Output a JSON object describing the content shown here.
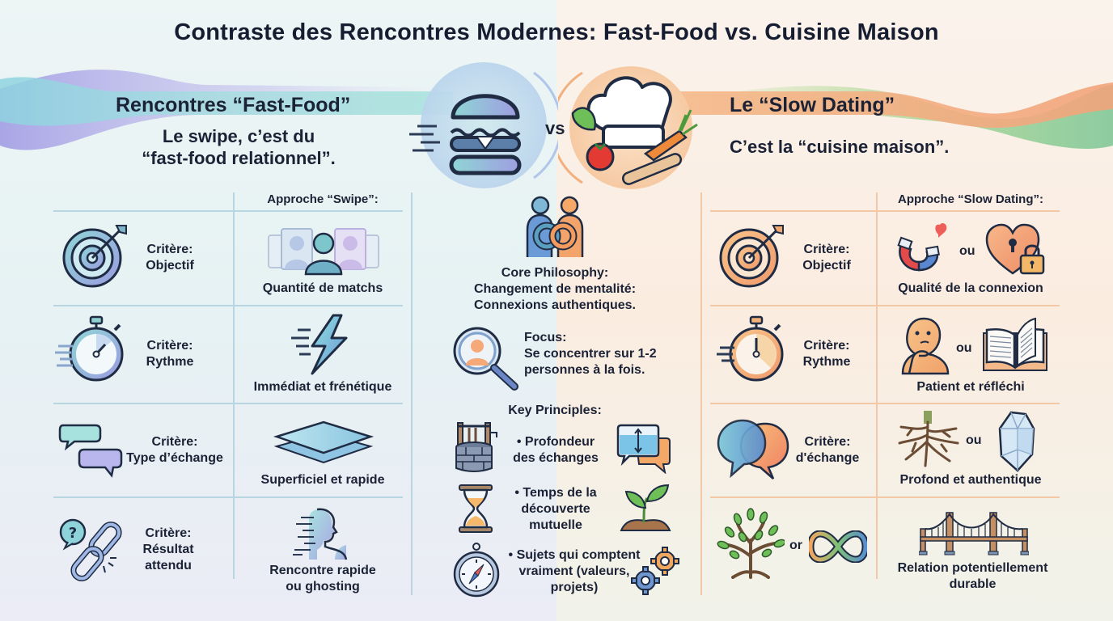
{
  "title": "Contraste des Rencontres Modernes: Fast-Food vs. Cuisine Maison",
  "vs_label": "vs",
  "left": {
    "banner_title": "Rencontres “Fast-Food”",
    "banner_subtitle_line1": "Le swipe, c’est du",
    "banner_subtitle_line2": "“fast-food relationnel”.",
    "banner_icon": "burger-icon",
    "column_header": "Approche “Swipe”:",
    "accent_color": "#7cc6d6",
    "rows": [
      {
        "criterion_line1": "Critère:",
        "criterion_line2": "Objectif",
        "criterion_icon": "target-icon",
        "value": "Quantité de matchs",
        "value_icon": "profiles-stack-icon"
      },
      {
        "criterion_line1": "Critère:",
        "criterion_line2": "Rythme",
        "criterion_icon": "stopwatch-icon",
        "value": "Immédiat et frénétique",
        "value_icon": "lightning-icon"
      },
      {
        "criterion_line1": "Critère:",
        "criterion_line2": "Type d’échange",
        "criterion_icon": "chat-bubbles-icon",
        "value": "Superficiel et rapide",
        "value_icon": "thin-layers-icon"
      },
      {
        "criterion_line1": "Critère:",
        "criterion_line2": "Résultat",
        "criterion_line3": "attendu",
        "criterion_icon": "broken-chain-icon",
        "value_line1": "Rencontre rapide",
        "value_line2": "ou ghosting",
        "value_icon": "fading-person-icon"
      }
    ]
  },
  "right": {
    "banner_title": "Le “Slow Dating”",
    "banner_subtitle": "C’est la “cuisine maison”.",
    "banner_icon": "chef-hat-icon",
    "column_header": "Approche “Slow Dating”:",
    "accent_color": "#f2a877",
    "rows": [
      {
        "criterion_line1": "Critère:",
        "criterion_line2": "Objectif",
        "criterion_icon": "target-icon",
        "value": "Qualité de la connexion",
        "value_icon_a": "magnet-heart-icon",
        "connector": "ou",
        "value_icon_b": "heart-lock-icon"
      },
      {
        "criterion_line1": "Critère:",
        "criterion_line2": "Rythme",
        "criterion_icon": "stopwatch-icon",
        "value": "Patient et réfléchi",
        "value_icon_a": "thinking-person-icon",
        "connector": "ou",
        "value_icon_b": "open-book-icon"
      },
      {
        "criterion_line1": "Critère:",
        "criterion_line2": "d'échange",
        "criterion_icon": "overlapping-bubbles-icon",
        "value": "Profond et authentique",
        "value_icon_a": "roots-icon",
        "connector": "ou",
        "value_icon_b": "crystal-icon"
      },
      {
        "criterion_icon_a": "tree-icon",
        "connector": "or",
        "criterion_icon_b": "infinity-icon",
        "value_line1": "Relation potentiellement",
        "value_line2": "durable",
        "value_icon": "bridge-icon"
      }
    ]
  },
  "center": {
    "philosophy_icon": "linked-people-icon",
    "philosophy_line1": "Core Philosophy:",
    "philosophy_line2": "Changement de mentalité:",
    "philosophy_line3": "Connexions authentiques.",
    "focus_icon": "magnifier-person-icon",
    "focus_label": "Focus:",
    "focus_line1": "Se concentrer sur 1-2",
    "focus_line2": "personnes à la fois.",
    "principles_header": "Key Principles:",
    "principles": [
      {
        "line1": "• Profondeur",
        "line2": "des échanges",
        "icon_left": "well-icon",
        "icon_right": "depth-chat-icon"
      },
      {
        "line1": "• Temps de la",
        "line2": "découverte",
        "line3": "mutuelle",
        "icon_left": "hourglass-icon",
        "icon_right": "sprout-icon"
      },
      {
        "line1": "• Sujets qui comptent",
        "line2": "vraiment (valeurs,",
        "line3": "projets)",
        "icon_left": "compass-icon",
        "icon_right": "gears-icon"
      }
    ]
  }
}
